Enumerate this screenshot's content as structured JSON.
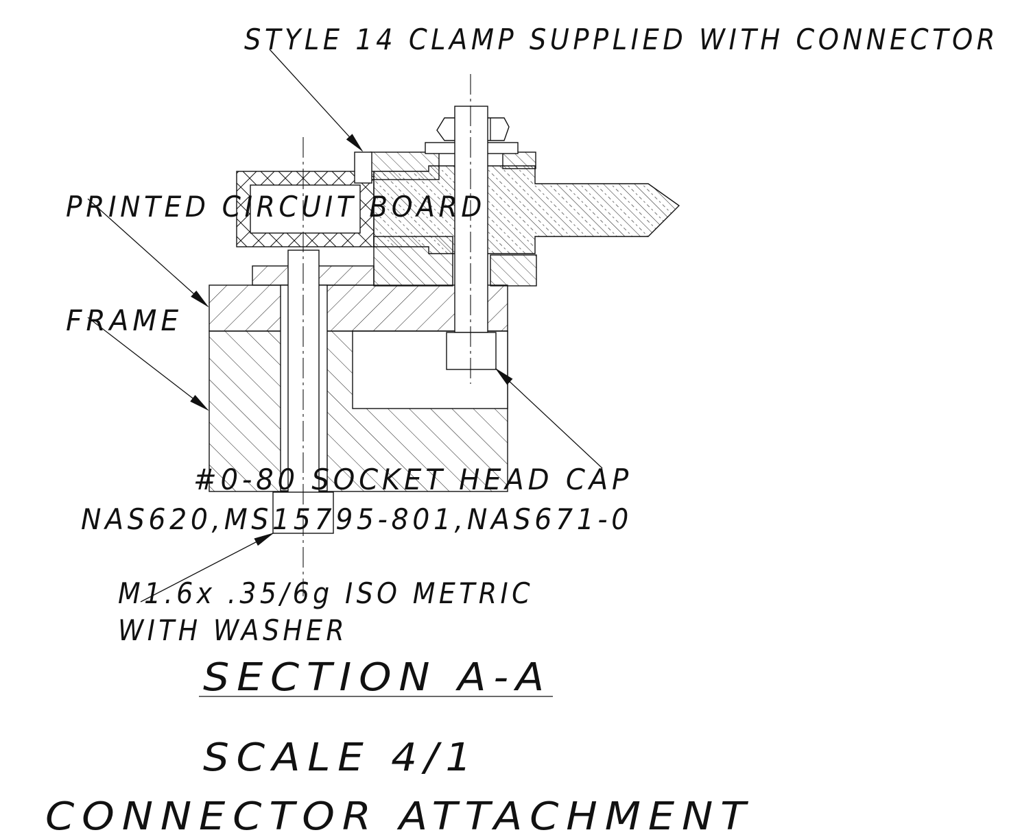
{
  "callouts": {
    "clamp": "STYLE 14 CLAMP SUPPLIED WITH CONNECTOR",
    "pcb": "PRINTED CIRCUIT BOARD",
    "frame": "FRAME",
    "screw_line1": "#0-80 SOCKET HEAD CAP",
    "screw_line2": "NAS620,MS15795-801,NAS671-0",
    "metric_line1": "M1.6x .35/6g ISO METRIC",
    "metric_line2": "WITH WASHER"
  },
  "title_block": {
    "section": "SECTION A-A",
    "scale": "SCALE 4/1",
    "title": "CONNECTOR ATTACHMENT"
  }
}
